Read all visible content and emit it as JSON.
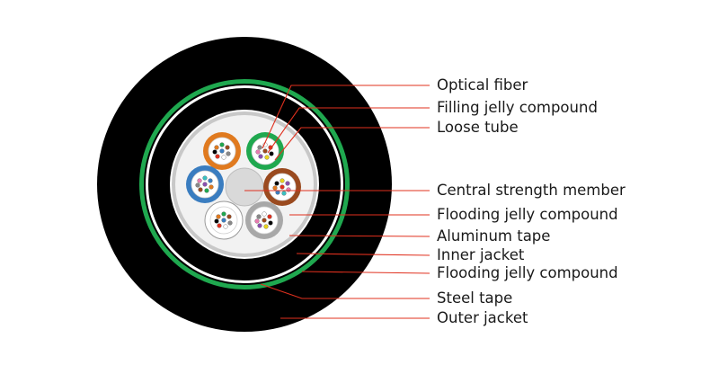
{
  "colors": {
    "outer_jacket": "#000000",
    "steel_tape": "#1fa84f",
    "inner_jacket": "#000000",
    "aluminum_tape": "#c8c8c8",
    "flooding_fill": "#f2f2f2",
    "leader_line": "#e0301e",
    "central_member": "#d9d9d9",
    "tube_orange": "#e07a1f",
    "tube_green": "#1fa84f",
    "tube_brown": "#9a4a1f",
    "tube_blue": "#3a7dc0",
    "tube_grey": "#a8a8a8",
    "tube_white": "#ffffff"
  },
  "labels": [
    "Optical fiber",
    "Filling jelly compound",
    "Loose tube",
    "Central strength member",
    "Flooding jelly compound",
    "Aluminum tape",
    "Inner jacket",
    "Flooding jelly compound",
    "Steel tape",
    "Outer jacket"
  ]
}
